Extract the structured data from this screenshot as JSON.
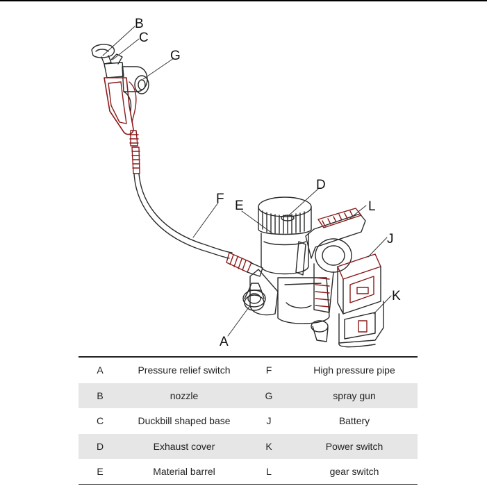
{
  "callouts": [
    "A",
    "B",
    "C",
    "D",
    "E",
    "F",
    "G",
    "J",
    "K",
    "L"
  ],
  "legend": [
    {
      "k1": "A",
      "v1": "Pressure relief switch",
      "k2": "F",
      "v2": "High pressure pipe"
    },
    {
      "k1": "B",
      "v1": "nozzle",
      "k2": "G",
      "v2": "spray gun"
    },
    {
      "k1": "C",
      "v1": "Duckbill shaped base",
      "k2": "J",
      "v2": "Battery"
    },
    {
      "k1": "D",
      "v1": "Exhaust cover",
      "k2": "K",
      "v2": "Power switch"
    },
    {
      "k1": "E",
      "v1": "Material barrel",
      "k2": "L",
      "v2": "gear switch"
    }
  ],
  "colors": {
    "outline": "#2a2a2a",
    "accent": "#8b1a1a",
    "shade": "#e6e6e6"
  }
}
